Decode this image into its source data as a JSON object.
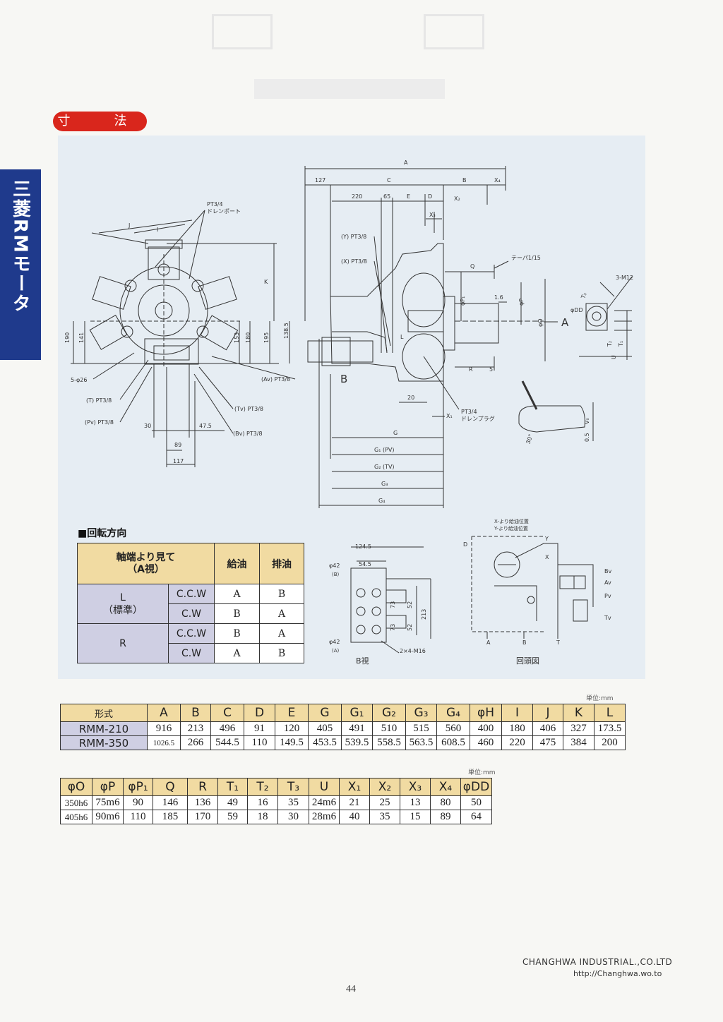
{
  "header": {
    "section_title": "寸　法",
    "side_tab": "三菱RMモータ"
  },
  "drawing": {
    "dims_top": {
      "A": "A",
      "c127": "127",
      "C": "C",
      "B": "B",
      "X4": "X₄",
      "d220": "220",
      "d65": "65",
      "E": "E",
      "D": "D",
      "X2": "X₂",
      "X3": "X₃"
    },
    "labels_left": {
      "pt34_drain": "PT3/4",
      "drain_port": "ドレンポート",
      "J": "J",
      "I": "I",
      "K": "K",
      "d190": "190",
      "d141": "141",
      "d153": "153",
      "d180": "180",
      "d195": "195",
      "d1385": "138.5",
      "bolt": "5-φ26",
      "T": "(T) PT3/8",
      "Pv": "(Pv) PT3/8",
      "Tv": "(Tv) PT3/8",
      "Bv": "(Bv) PT3/8",
      "Av": "(Av) PT3/8",
      "d30": "30",
      "d475": "47.5",
      "d89": "89",
      "d117": "117"
    },
    "labels_mid": {
      "Y": "(Y) PT3/8",
      "X": "(X) PT3/8",
      "L": "L",
      "B_view": "B",
      "Q": "Q",
      "taper": "テーパ1/15",
      "P1": "φP₁",
      "P": "φP",
      "O": "φO",
      "d16": "1.6",
      "arrowA": "A",
      "R": "R",
      "d5": "5",
      "d20": "20",
      "X1": "X₁",
      "pt34_plug": "PT3/4",
      "drain_plug": "ドレンプラグ",
      "G": "G",
      "G1": "G₁ (PV)",
      "G2": "G₂ (TV)",
      "G3": "G₃",
      "G4": "G₄"
    },
    "labels_right": {
      "m12": "3-M12",
      "DD": "φDD",
      "T3": "T₃",
      "T2": "T₂",
      "T1": "T₁",
      "U": "U",
      "V0": "V₀",
      "d05": "0.5",
      "d30": "30°"
    },
    "bview": {
      "d1245": "124.5",
      "d545": "54.5",
      "phi42b": "φ42",
      "b": "(B)",
      "phi42a": "φ42",
      "a": "(A)",
      "d73a": "73",
      "d73b": "73",
      "d52a": "52",
      "d52b": "52",
      "d213": "213",
      "m16": "2×4-M16",
      "caption": "B視"
    },
    "circuit": {
      "xnote": "X-より給油位置",
      "ynote": "Y-より給油位置",
      "D": "D",
      "Y": "Y",
      "X": "X",
      "Bv": "Bv",
      "Av": "Av",
      "Pv": "Pv",
      "Tv": "Tv",
      "A": "A",
      "B": "B",
      "T": "T",
      "caption": "回頭図"
    }
  },
  "rotation": {
    "heading": "■回転方向",
    "col_view": "軸端より見て\n（A視）",
    "col_supply": "給油",
    "col_drain": "排油",
    "groups": [
      {
        "label": "L\n（標準）",
        "rows": [
          {
            "dir": "C.C.W",
            "supply": "A",
            "drain": "B"
          },
          {
            "dir": "C.W",
            "supply": "B",
            "drain": "A"
          }
        ]
      },
      {
        "label": "R",
        "rows": [
          {
            "dir": "C.C.W",
            "supply": "B",
            "drain": "A"
          },
          {
            "dir": "C.W",
            "supply": "A",
            "drain": "B"
          }
        ]
      }
    ]
  },
  "spec_table_1": {
    "unit": "単位:mm",
    "headers": [
      "形式",
      "A",
      "B",
      "C",
      "D",
      "E",
      "G",
      "G₁",
      "G₂",
      "G₃",
      "G₄",
      "φH",
      "I",
      "J",
      "K",
      "L"
    ],
    "rows": [
      [
        "RMM-210",
        "916",
        "213",
        "496",
        "91",
        "120",
        "405",
        "491",
        "510",
        "515",
        "560",
        "400",
        "180",
        "406",
        "327",
        "173.5"
      ],
      [
        "RMM-350",
        "1026.5",
        "266",
        "544.5",
        "110",
        "149.5",
        "453.5",
        "539.5",
        "558.5",
        "563.5",
        "608.5",
        "460",
        "220",
        "475",
        "384",
        "200"
      ]
    ]
  },
  "spec_table_2": {
    "unit": "単位:mm",
    "headers": [
      "φO",
      "φP",
      "φP₁",
      "Q",
      "R",
      "T₁",
      "T₂",
      "T₃",
      "U",
      "X₁",
      "X₂",
      "X₃",
      "X₄",
      "φDD"
    ],
    "rows": [
      [
        "350h6",
        "75m6",
        "90",
        "146",
        "136",
        "49",
        "16",
        "35",
        "24m6",
        "21",
        "25",
        "13",
        "80",
        "50"
      ],
      [
        "405h6",
        "90m6",
        "110",
        "185",
        "170",
        "59",
        "18",
        "30",
        "28m6",
        "40",
        "35",
        "15",
        "89",
        "64"
      ]
    ]
  },
  "footer": {
    "company": "CHANGHWA INDUSTRIAL.,CO.LTD",
    "url": "http://Changhwa.wo.to",
    "page": "44"
  }
}
